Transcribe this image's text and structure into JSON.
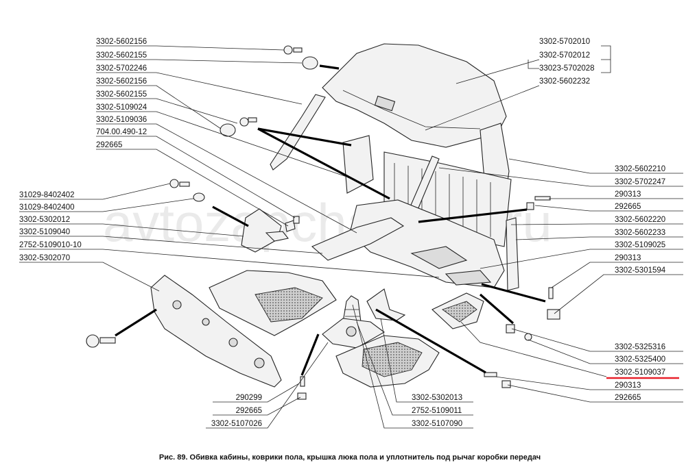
{
  "watermark": "avtozapchasti49.ru",
  "caption": "Рис. 89. Обивка кабины, коврики пола, крышка люка пола и уплотнитель под рычаг коробки передач",
  "highlight_color": "#e8202a",
  "labels_left": [
    "3302-5602156",
    "3302-5602155",
    "3302-5702246",
    "3302-5602156",
    "3302-5602155",
    "3302-5109024",
    "3302-5109036",
    "704.00.490-12",
    "292665",
    "31029-8402402",
    "31029-8402400",
    "3302-5302012",
    "3302-5109040",
    "2752-5109010-10",
    "3302-5302070"
  ],
  "labels_top_right": [
    "3302-5702010",
    "3302-5702012",
    "33023-5702028",
    "3302-5602232"
  ],
  "labels_right": [
    "3302-5602210",
    "3302-5702247",
    "290313",
    "292665",
    "3302-5602220",
    "3302-5602233",
    "3302-5109025",
    "290313",
    "3302-5301594",
    "3302-5325316",
    "3302-5325400",
    "3302-5109037",
    "290313",
    "292665"
  ],
  "labels_bottom_left": [
    "290299",
    "292665",
    "3302-5107026"
  ],
  "labels_bottom_center": [
    "3302-5302013",
    "2752-5109011",
    "3302-5107090"
  ]
}
